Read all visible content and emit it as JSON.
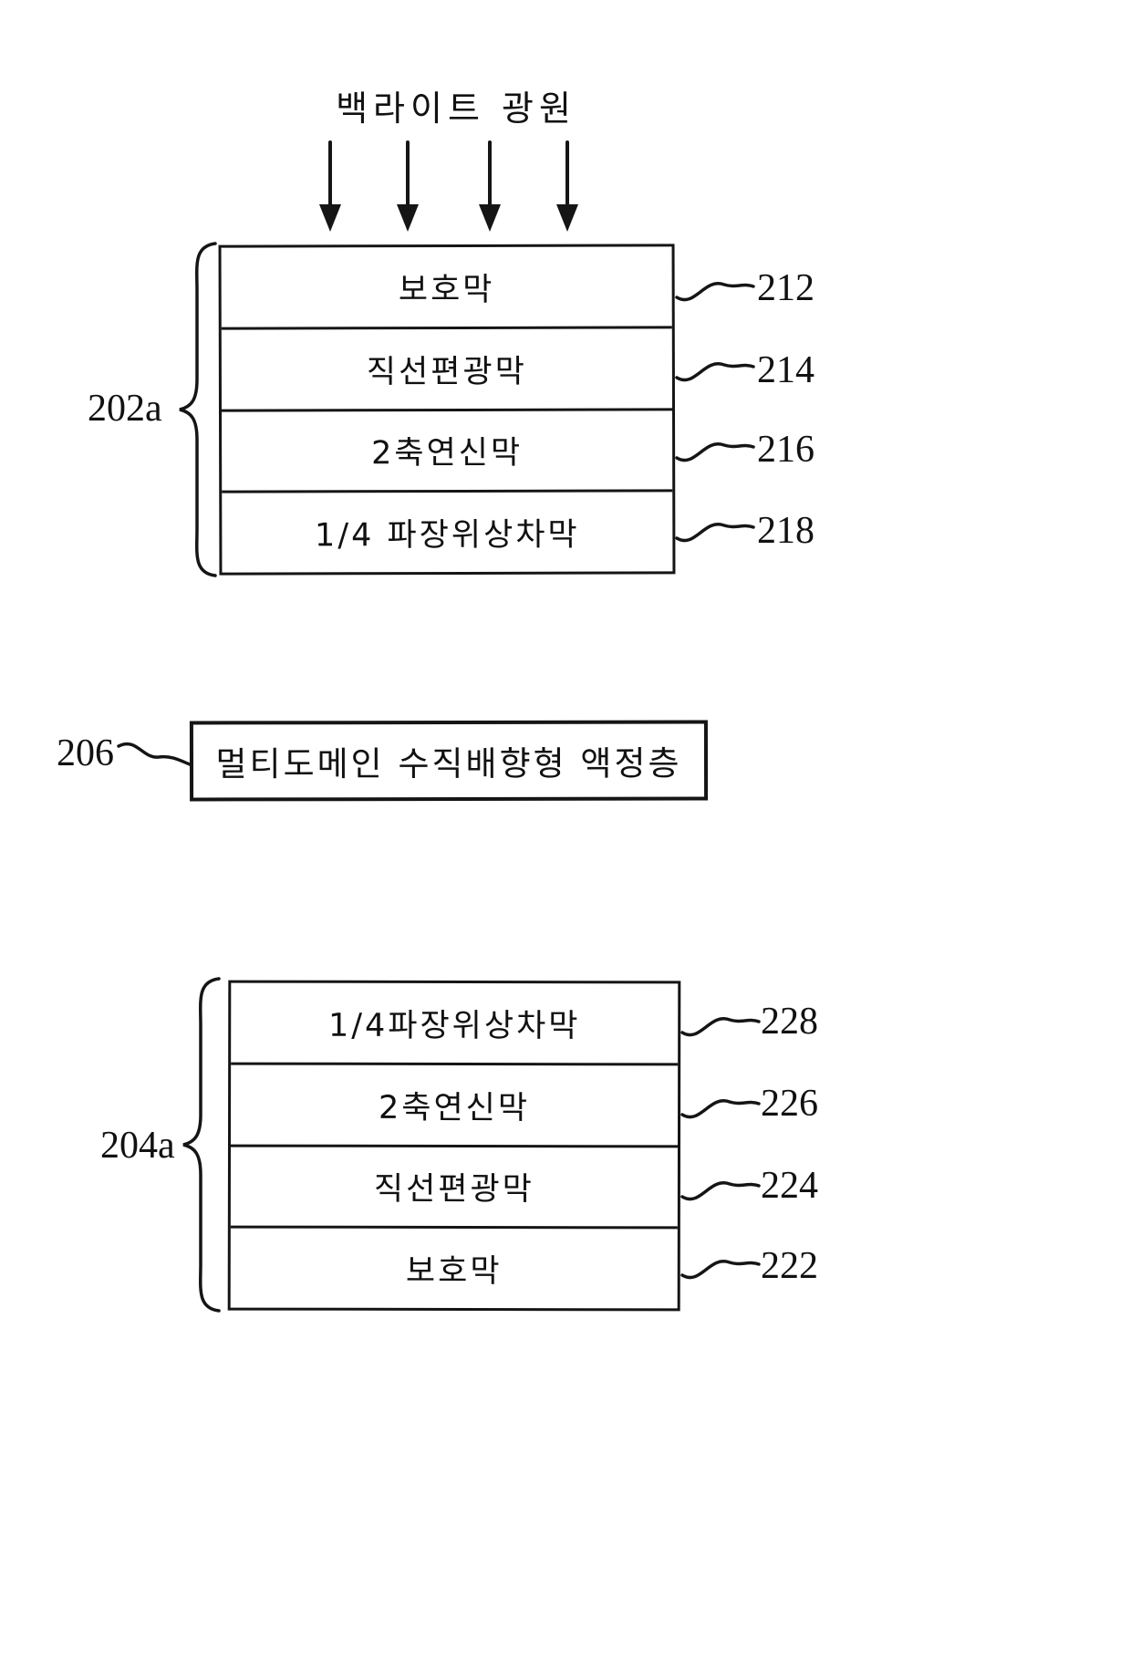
{
  "title": "백라이트 광원",
  "colors": {
    "ink": "#151515",
    "background": "#ffffff"
  },
  "top_stack": {
    "brace_label": "202a",
    "layers": [
      {
        "label": "보호막",
        "ref": "212"
      },
      {
        "label": "직선편광막",
        "ref": "214"
      },
      {
        "label": "2축연신막",
        "ref": "216"
      },
      {
        "label": "1/4 파장위상차막",
        "ref": "218"
      }
    ]
  },
  "middle_layer": {
    "label": "멀티도메인 수직배향형 액정층",
    "ref": "206"
  },
  "bottom_stack": {
    "brace_label": "204a",
    "layers": [
      {
        "label": "1/4파장위상차막",
        "ref": "228"
      },
      {
        "label": "2축연신막",
        "ref": "226"
      },
      {
        "label": "직선편광막",
        "ref": "224"
      },
      {
        "label": "보호막",
        "ref": "222"
      }
    ]
  }
}
